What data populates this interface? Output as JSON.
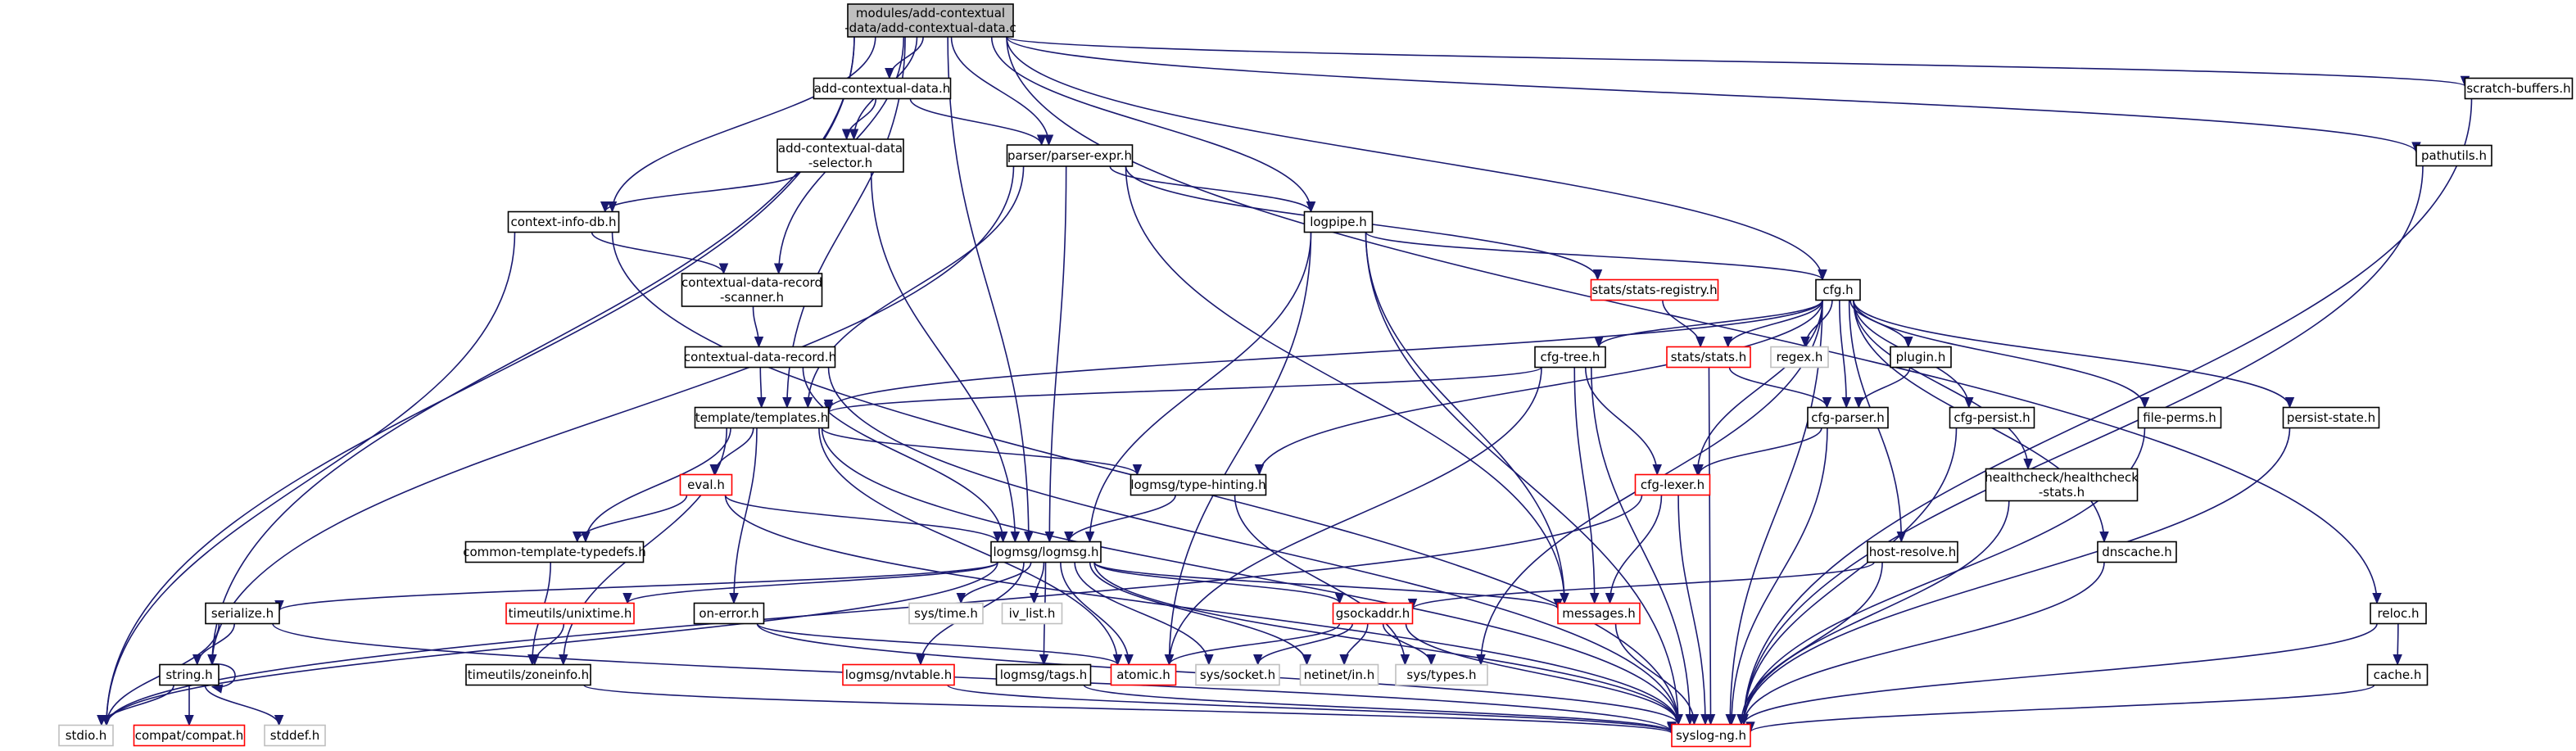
{
  "title": "modules/add-contextual-data/add-contextual-data.c",
  "colors": {
    "edge": "#191970",
    "root_fill": "#bfbfbf",
    "normal_border": "#000000",
    "system_border": "#bfbfbf",
    "truncated_border": "#ff0000"
  },
  "nodes": [
    {
      "id": "root",
      "lines": [
        "modules/add-contextual",
        "-data/add-contextual-data.c"
      ],
      "kind": "root"
    },
    {
      "id": "acd_h",
      "lines": [
        "add-contextual-data.h"
      ],
      "kind": "normal"
    },
    {
      "id": "acd_sel",
      "lines": [
        "add-contextual-data",
        "-selector.h"
      ],
      "kind": "normal"
    },
    {
      "id": "parser_expr",
      "lines": [
        "parser/parser-expr.h"
      ],
      "kind": "normal"
    },
    {
      "id": "scratch",
      "lines": [
        "scratch-buffers.h"
      ],
      "kind": "normal"
    },
    {
      "id": "pathutils",
      "lines": [
        "pathutils.h"
      ],
      "kind": "normal"
    },
    {
      "id": "ctxdb",
      "lines": [
        "context-info-db.h"
      ],
      "kind": "normal"
    },
    {
      "id": "logpipe",
      "lines": [
        "logpipe.h"
      ],
      "kind": "normal"
    },
    {
      "id": "cdr_scanner",
      "lines": [
        "contextual-data-record",
        "-scanner.h"
      ],
      "kind": "normal"
    },
    {
      "id": "stats_reg",
      "lines": [
        "stats/stats-registry.h"
      ],
      "kind": "truncated"
    },
    {
      "id": "cfg",
      "lines": [
        "cfg.h"
      ],
      "kind": "normal"
    },
    {
      "id": "cdr",
      "lines": [
        "contextual-data-record.h"
      ],
      "kind": "normal"
    },
    {
      "id": "cfg_tree",
      "lines": [
        "cfg-tree.h"
      ],
      "kind": "normal"
    },
    {
      "id": "stats",
      "lines": [
        "stats/stats.h"
      ],
      "kind": "truncated"
    },
    {
      "id": "regex",
      "lines": [
        "regex.h"
      ],
      "kind": "system"
    },
    {
      "id": "plugin",
      "lines": [
        "plugin.h"
      ],
      "kind": "normal"
    },
    {
      "id": "templates",
      "lines": [
        "template/templates.h"
      ],
      "kind": "normal"
    },
    {
      "id": "cfg_parser",
      "lines": [
        "cfg-parser.h"
      ],
      "kind": "normal"
    },
    {
      "id": "cfg_persist",
      "lines": [
        "cfg-persist.h"
      ],
      "kind": "normal"
    },
    {
      "id": "file_perms",
      "lines": [
        "file-perms.h"
      ],
      "kind": "normal"
    },
    {
      "id": "persist_state",
      "lines": [
        "persist-state.h"
      ],
      "kind": "normal"
    },
    {
      "id": "eval",
      "lines": [
        "eval.h"
      ],
      "kind": "truncated"
    },
    {
      "id": "type_hint",
      "lines": [
        "logmsg/type-hinting.h"
      ],
      "kind": "normal"
    },
    {
      "id": "cfg_lexer",
      "lines": [
        "cfg-lexer.h"
      ],
      "kind": "truncated"
    },
    {
      "id": "healthcheck",
      "lines": [
        "healthcheck/healthcheck",
        "-stats.h"
      ],
      "kind": "normal"
    },
    {
      "id": "ctt",
      "lines": [
        "common-template-typedefs.h"
      ],
      "kind": "normal"
    },
    {
      "id": "logmsg",
      "lines": [
        "logmsg/logmsg.h"
      ],
      "kind": "normal"
    },
    {
      "id": "host_resolve",
      "lines": [
        "host-resolve.h"
      ],
      "kind": "normal"
    },
    {
      "id": "dnscache",
      "lines": [
        "dnscache.h"
      ],
      "kind": "normal"
    },
    {
      "id": "serialize",
      "lines": [
        "serialize.h"
      ],
      "kind": "normal"
    },
    {
      "id": "unixtime",
      "lines": [
        "timeutils/unixtime.h"
      ],
      "kind": "truncated"
    },
    {
      "id": "on_error",
      "lines": [
        "on-error.h"
      ],
      "kind": "normal"
    },
    {
      "id": "sys_time",
      "lines": [
        "sys/time.h"
      ],
      "kind": "system"
    },
    {
      "id": "iv_list",
      "lines": [
        "iv_list.h"
      ],
      "kind": "system"
    },
    {
      "id": "messages",
      "lines": [
        "messages.h"
      ],
      "kind": "truncated"
    },
    {
      "id": "gsockaddr",
      "lines": [
        "gsockaddr.h"
      ],
      "kind": "truncated"
    },
    {
      "id": "reloc",
      "lines": [
        "reloc.h"
      ],
      "kind": "normal"
    },
    {
      "id": "string",
      "lines": [
        "string.h"
      ],
      "kind": "normal"
    },
    {
      "id": "zoneinfo",
      "lines": [
        "timeutils/zoneinfo.h"
      ],
      "kind": "normal"
    },
    {
      "id": "nvtable",
      "lines": [
        "logmsg/nvtable.h"
      ],
      "kind": "truncated"
    },
    {
      "id": "tags",
      "lines": [
        "logmsg/tags.h"
      ],
      "kind": "normal"
    },
    {
      "id": "atomic",
      "lines": [
        "atomic.h"
      ],
      "kind": "truncated"
    },
    {
      "id": "sys_socket",
      "lines": [
        "sys/socket.h"
      ],
      "kind": "system"
    },
    {
      "id": "netinet_in",
      "lines": [
        "netinet/in.h"
      ],
      "kind": "system"
    },
    {
      "id": "sys_types",
      "lines": [
        "sys/types.h"
      ],
      "kind": "system"
    },
    {
      "id": "cache",
      "lines": [
        "cache.h"
      ],
      "kind": "normal"
    },
    {
      "id": "stdio",
      "lines": [
        "stdio.h"
      ],
      "kind": "system"
    },
    {
      "id": "compat",
      "lines": [
        "compat/compat.h"
      ],
      "kind": "truncated"
    },
    {
      "id": "stddef",
      "lines": [
        "stddef.h"
      ],
      "kind": "system"
    },
    {
      "id": "syslog_ng",
      "lines": [
        "syslog-ng.h"
      ],
      "kind": "truncated"
    }
  ],
  "edges": [
    [
      "root",
      "acd_h"
    ],
    [
      "root",
      "acd_sel"
    ],
    [
      "root",
      "parser_expr"
    ],
    [
      "root",
      "scratch"
    ],
    [
      "root",
      "pathutils"
    ],
    [
      "root",
      "ctxdb"
    ],
    [
      "root",
      "logpipe"
    ],
    [
      "root",
      "cdr_scanner"
    ],
    [
      "root",
      "cfg"
    ],
    [
      "root",
      "templates"
    ],
    [
      "root",
      "logmsg"
    ],
    [
      "root",
      "reloc"
    ],
    [
      "root",
      "string"
    ],
    [
      "root",
      "stdio"
    ],
    [
      "acd_h",
      "acd_sel"
    ],
    [
      "acd_h",
      "parser_expr"
    ],
    [
      "acd_sel",
      "ctxdb"
    ],
    [
      "acd_sel",
      "logmsg"
    ],
    [
      "parser_expr",
      "logpipe"
    ],
    [
      "parser_expr",
      "stats_reg"
    ],
    [
      "parser_expr",
      "templates"
    ],
    [
      "parser_expr",
      "logmsg"
    ],
    [
      "parser_expr",
      "messages"
    ],
    [
      "parser_expr",
      "string"
    ],
    [
      "ctxdb",
      "cdr_scanner"
    ],
    [
      "ctxdb",
      "stdio"
    ],
    [
      "ctxdb",
      "syslog_ng"
    ],
    [
      "cdr_scanner",
      "cdr"
    ],
    [
      "cdr",
      "templates"
    ],
    [
      "cdr",
      "logmsg"
    ],
    [
      "cdr",
      "syslog_ng"
    ],
    [
      "logpipe",
      "cfg"
    ],
    [
      "logpipe",
      "logmsg"
    ],
    [
      "logpipe",
      "atomic"
    ],
    [
      "logpipe",
      "messages"
    ],
    [
      "logpipe",
      "syslog_ng"
    ],
    [
      "stats_reg",
      "stats"
    ],
    [
      "cfg",
      "cfg_tree"
    ],
    [
      "cfg",
      "stats"
    ],
    [
      "cfg",
      "regex"
    ],
    [
      "cfg",
      "plugin"
    ],
    [
      "cfg",
      "templates"
    ],
    [
      "cfg",
      "cfg_parser"
    ],
    [
      "cfg",
      "cfg_lexer"
    ],
    [
      "cfg",
      "cfg_persist"
    ],
    [
      "cfg",
      "file_perms"
    ],
    [
      "cfg",
      "persist_state"
    ],
    [
      "cfg",
      "healthcheck"
    ],
    [
      "cfg",
      "dnscache"
    ],
    [
      "cfg",
      "host_resolve"
    ],
    [
      "cfg",
      "type_hint"
    ],
    [
      "cfg",
      "sys_types"
    ],
    [
      "cfg",
      "syslog_ng"
    ],
    [
      "cfg_tree",
      "templates"
    ],
    [
      "cfg_tree",
      "cfg_lexer"
    ],
    [
      "cfg_tree",
      "messages"
    ],
    [
      "cfg_tree",
      "atomic"
    ],
    [
      "cfg_tree",
      "syslog_ng"
    ],
    [
      "stats",
      "cfg_parser"
    ],
    [
      "stats",
      "syslog_ng"
    ],
    [
      "plugin",
      "cfg_parser"
    ],
    [
      "cfg_parser",
      "cfg_lexer"
    ],
    [
      "cfg_parser",
      "syslog_ng"
    ],
    [
      "cfg_lexer",
      "messages"
    ],
    [
      "cfg_lexer",
      "stdio"
    ],
    [
      "cfg_lexer",
      "syslog_ng"
    ],
    [
      "templates",
      "eval"
    ],
    [
      "templates",
      "ctt"
    ],
    [
      "templates",
      "type_hint"
    ],
    [
      "templates",
      "on_error"
    ],
    [
      "templates",
      "zoneinfo"
    ],
    [
      "templates",
      "atomic"
    ],
    [
      "templates",
      "syslog_ng"
    ],
    [
      "eval",
      "ctt"
    ],
    [
      "eval",
      "logmsg"
    ],
    [
      "eval",
      "syslog_ng"
    ],
    [
      "type_hint",
      "logmsg"
    ],
    [
      "type_hint",
      "sys_types"
    ],
    [
      "ctt",
      "zoneinfo"
    ],
    [
      "logmsg",
      "serialize"
    ],
    [
      "logmsg",
      "unixtime"
    ],
    [
      "logmsg",
      "sys_time"
    ],
    [
      "logmsg",
      "iv_list"
    ],
    [
      "logmsg",
      "messages"
    ],
    [
      "logmsg",
      "gsockaddr"
    ],
    [
      "logmsg",
      "nvtable"
    ],
    [
      "logmsg",
      "tags"
    ],
    [
      "logmsg",
      "atomic"
    ],
    [
      "logmsg",
      "sys_socket"
    ],
    [
      "logmsg",
      "netinet_in"
    ],
    [
      "logmsg",
      "stdio"
    ],
    [
      "logmsg",
      "syslog_ng"
    ],
    [
      "host_resolve",
      "gsockaddr"
    ],
    [
      "host_resolve",
      "syslog_ng"
    ],
    [
      "healthcheck",
      "syslog_ng"
    ],
    [
      "dnscache",
      "syslog_ng"
    ],
    [
      "cfg_persist",
      "syslog_ng"
    ],
    [
      "file_perms",
      "syslog_ng"
    ],
    [
      "persist_state",
      "syslog_ng"
    ],
    [
      "serialize",
      "string"
    ],
    [
      "serialize",
      "stdio"
    ],
    [
      "serialize",
      "syslog_ng"
    ],
    [
      "unixtime",
      "zoneinfo"
    ],
    [
      "on_error",
      "atomic"
    ],
    [
      "on_error",
      "syslog_ng"
    ],
    [
      "messages",
      "syslog_ng"
    ],
    [
      "gsockaddr",
      "atomic"
    ],
    [
      "gsockaddr",
      "sys_socket"
    ],
    [
      "gsockaddr",
      "netinet_in"
    ],
    [
      "gsockaddr",
      "sys_types"
    ],
    [
      "gsockaddr",
      "syslog_ng"
    ],
    [
      "reloc",
      "cache"
    ],
    [
      "reloc",
      "syslog_ng"
    ],
    [
      "cache",
      "syslog_ng"
    ],
    [
      "string",
      "string"
    ],
    [
      "string",
      "stdio"
    ],
    [
      "string",
      "compat"
    ],
    [
      "string",
      "stddef"
    ],
    [
      "zoneinfo",
      "syslog_ng"
    ],
    [
      "nvtable",
      "syslog_ng"
    ],
    [
      "tags",
      "syslog_ng"
    ],
    [
      "scratch",
      "syslog_ng"
    ],
    [
      "pathutils",
      "syslog_ng"
    ]
  ]
}
